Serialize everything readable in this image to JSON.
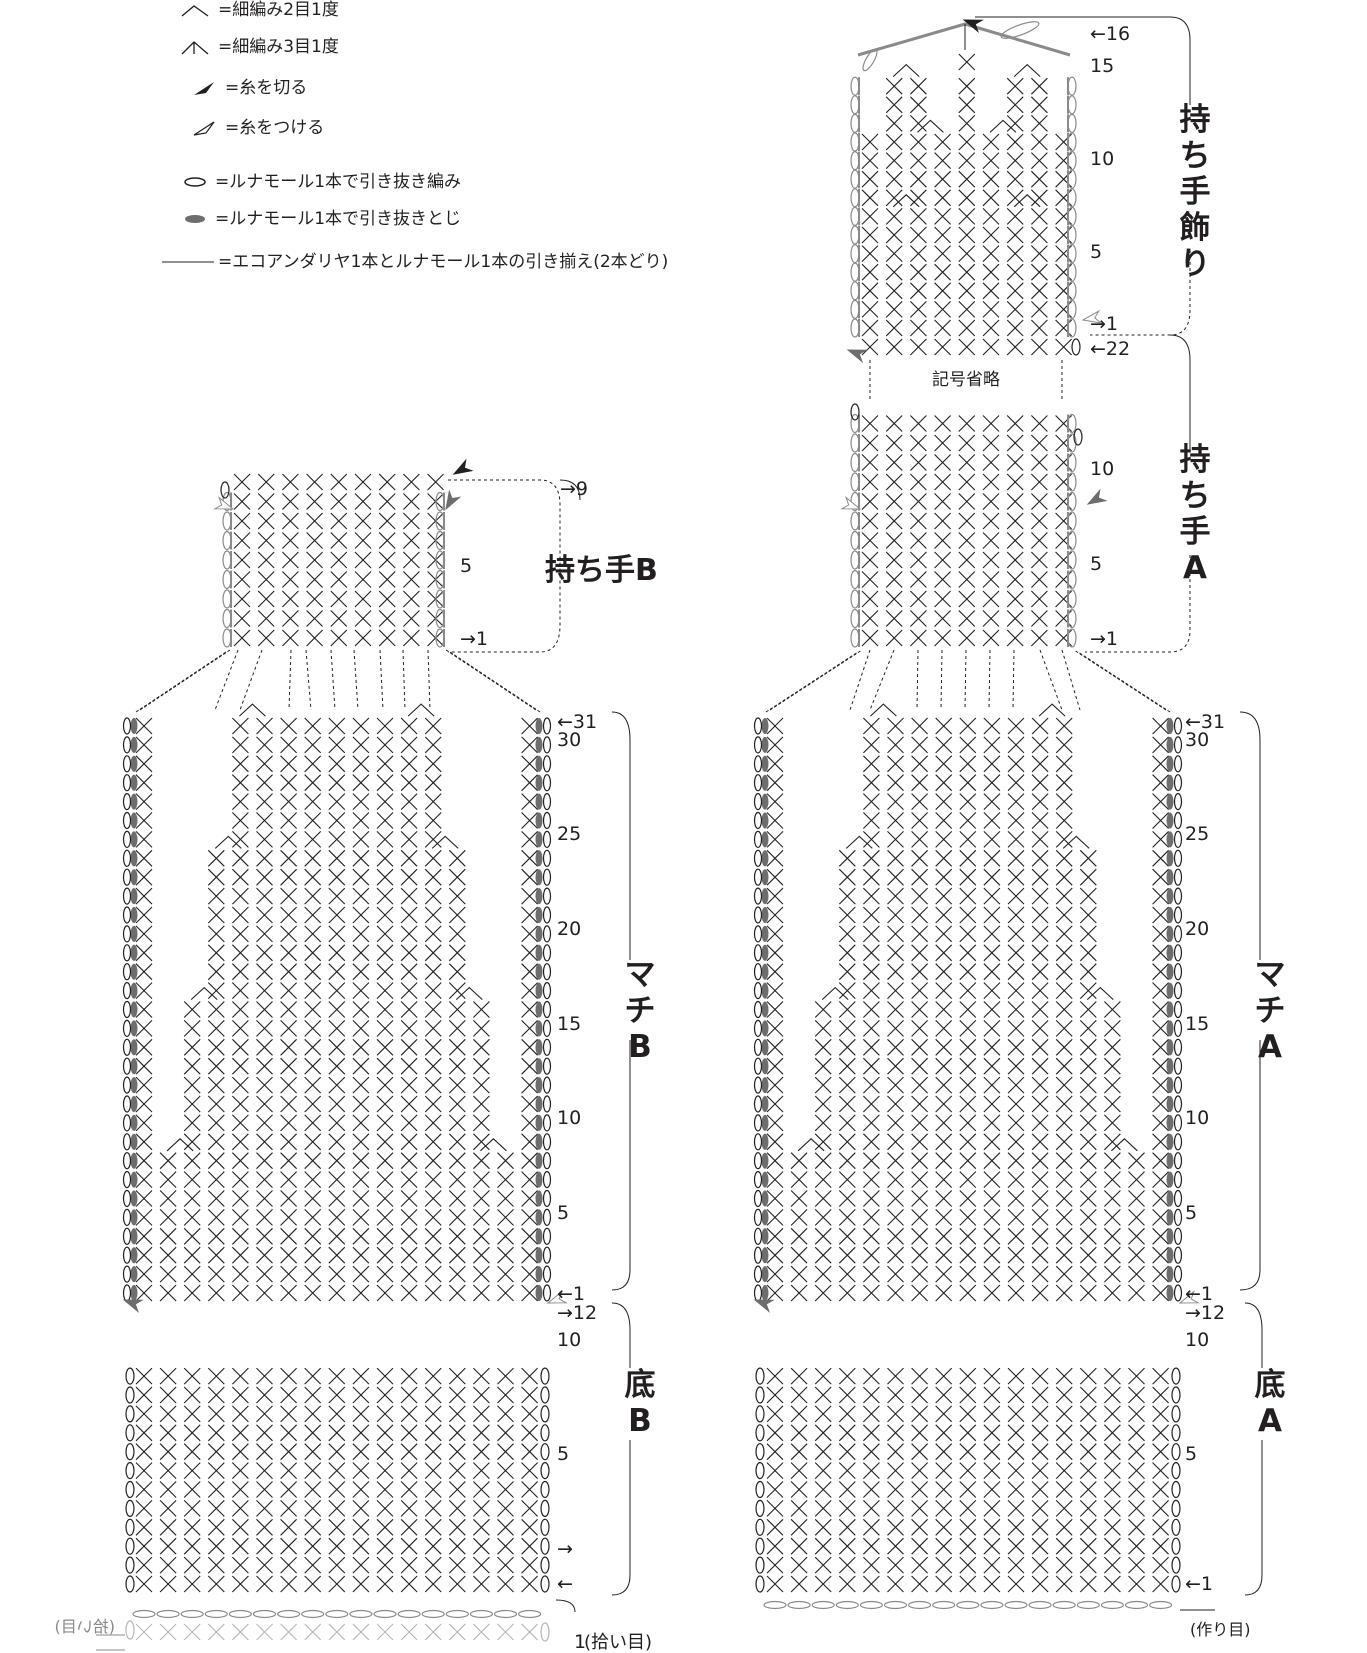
{
  "legend": [
    {
      "symbol": "dec2-icon",
      "text": "=細編み2目1度"
    },
    {
      "symbol": "dec3-icon",
      "text": "=細編み3目1度"
    },
    {
      "symbol": "cut-yarn-icon",
      "text": "=糸を切る"
    },
    {
      "symbol": "join-yarn-icon",
      "text": "=糸をつける"
    },
    {
      "symbol": "slip-stitch-open-icon",
      "text": "=ルナモール1本で引き抜き編み"
    },
    {
      "symbol": "slip-join-filled-icon",
      "text": "=ルナモール1本で引き抜きとじ"
    },
    {
      "symbol": "double-strand-line-icon",
      "text": "=エコアンダリヤ1本とルナモール1本の引き揃え(2本どり)"
    }
  ],
  "colors": {
    "ink": "#231f20",
    "gray": "#8a8a8a",
    "dark_gray": "#6d6d6d",
    "light_gray": "#b5b5b5"
  },
  "labels": {
    "handle_deco": "持ち手飾り",
    "handle_a": "持ち手A",
    "handle_b": "持ち手B",
    "gusset_a": "マチA",
    "gusset_b": "マチB",
    "bottom_a": "底A",
    "bottom_b": "底B",
    "omitted": "記号省略",
    "foundation": "(作り目)",
    "picked_up": "(拾い目)"
  },
  "row_numbers": {
    "deco": [
      "←16",
      "15",
      "10",
      "5",
      "→1"
    ],
    "handle_a": [
      "←22",
      "10",
      "5",
      "→1"
    ],
    "handle_b": [
      "→9",
      "5",
      "→1"
    ],
    "gusset_a": [
      "←31",
      "30",
      "25",
      "20",
      "15",
      "10",
      "5",
      "←1"
    ],
    "gusset_b": [
      "←31",
      "30",
      "25",
      "20",
      "15",
      "10",
      "5",
      "←1"
    ],
    "bottom_a": [
      "→12",
      "10",
      "5",
      "←1"
    ],
    "bottom_b": [
      "→12",
      "10",
      "5",
      "→",
      "←",
      "1"
    ]
  }
}
